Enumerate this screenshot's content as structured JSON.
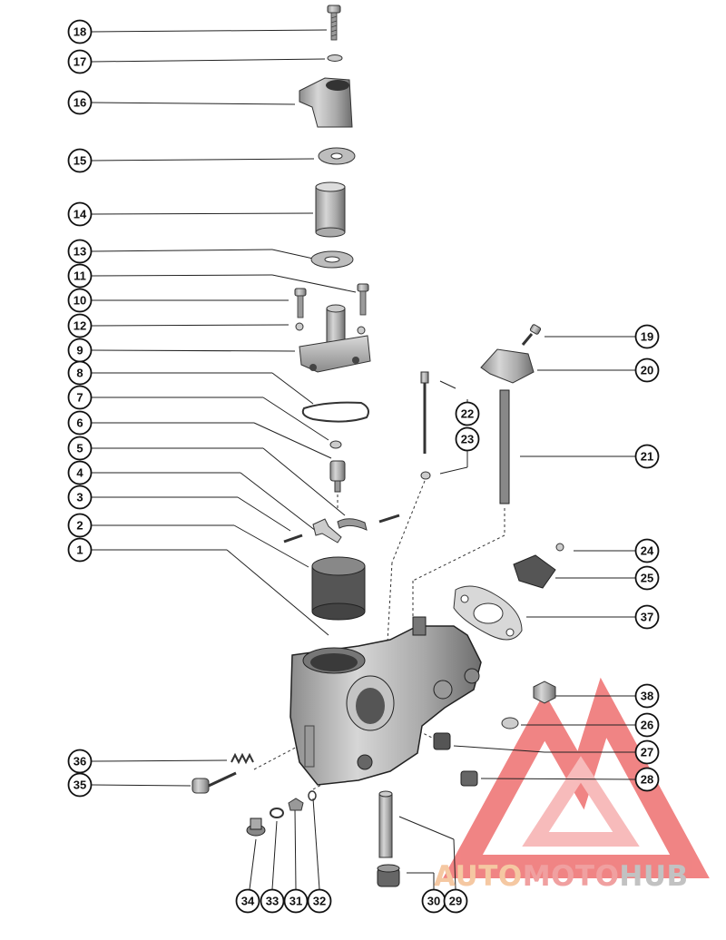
{
  "callouts": [
    {
      "id": "c18",
      "label": "18"
    },
    {
      "id": "c17",
      "label": "17"
    },
    {
      "id": "c16",
      "label": "16"
    },
    {
      "id": "c15",
      "label": "15"
    },
    {
      "id": "c14",
      "label": "14"
    },
    {
      "id": "c13",
      "label": "13"
    },
    {
      "id": "c11",
      "label": "11"
    },
    {
      "id": "c10",
      "label": "10"
    },
    {
      "id": "c12",
      "label": "12"
    },
    {
      "id": "c9",
      "label": "9"
    },
    {
      "id": "c8",
      "label": "8"
    },
    {
      "id": "c7",
      "label": "7"
    },
    {
      "id": "c6",
      "label": "6"
    },
    {
      "id": "c5",
      "label": "5"
    },
    {
      "id": "c4",
      "label": "4"
    },
    {
      "id": "c3",
      "label": "3"
    },
    {
      "id": "c2",
      "label": "2"
    },
    {
      "id": "c1",
      "label": "1"
    },
    {
      "id": "c19",
      "label": "19"
    },
    {
      "id": "c20",
      "label": "20"
    },
    {
      "id": "c22",
      "label": "22"
    },
    {
      "id": "c23",
      "label": "23"
    },
    {
      "id": "c21",
      "label": "21"
    },
    {
      "id": "c24",
      "label": "24"
    },
    {
      "id": "c25",
      "label": "25"
    },
    {
      "id": "c37",
      "label": "37"
    },
    {
      "id": "c38",
      "label": "38"
    },
    {
      "id": "c26",
      "label": "26"
    },
    {
      "id": "c27",
      "label": "27"
    },
    {
      "id": "c28",
      "label": "28"
    },
    {
      "id": "c36",
      "label": "36"
    },
    {
      "id": "c35",
      "label": "35"
    },
    {
      "id": "c34",
      "label": "34"
    },
    {
      "id": "c33",
      "label": "33"
    },
    {
      "id": "c31",
      "label": "31"
    },
    {
      "id": "c32",
      "label": "32"
    },
    {
      "id": "c30",
      "label": "30"
    },
    {
      "id": "c29",
      "label": "29"
    }
  ],
  "watermark": {
    "part1": "AUTO",
    "part2": "MOTO",
    "part3": "HUB"
  },
  "colors": {
    "ink": "#1a1a1a",
    "part_fill": "#b9b9b9",
    "part_dark": "#7a7a7a",
    "logo_red": "#ee6f6f",
    "logo_red_light": "#f6b0b0"
  }
}
